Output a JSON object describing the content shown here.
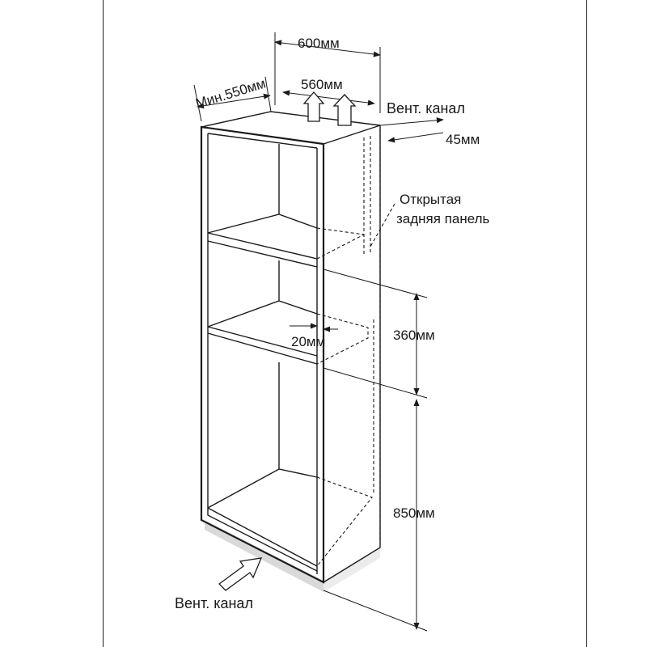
{
  "labels": {
    "width_outer": "600мм",
    "width_inner": "560мм",
    "depth_min": "Мин.550мм",
    "vent_top": "Вент. канал",
    "gap_rear": "45мм",
    "open_back_line1": "Открытая",
    "open_back_line2": "задняя панель",
    "gap_shelf": "20мм",
    "height_niche": "360мм",
    "height_base": "850мм",
    "vent_bottom": "Вент. канал"
  },
  "colors": {
    "ink": "#1a1a1a",
    "shade": "#d9d9d9",
    "background": "#ffffff"
  },
  "icons": [
    "up-hollow-arrow-icon",
    "diagonal-hollow-arrow-icon"
  ]
}
